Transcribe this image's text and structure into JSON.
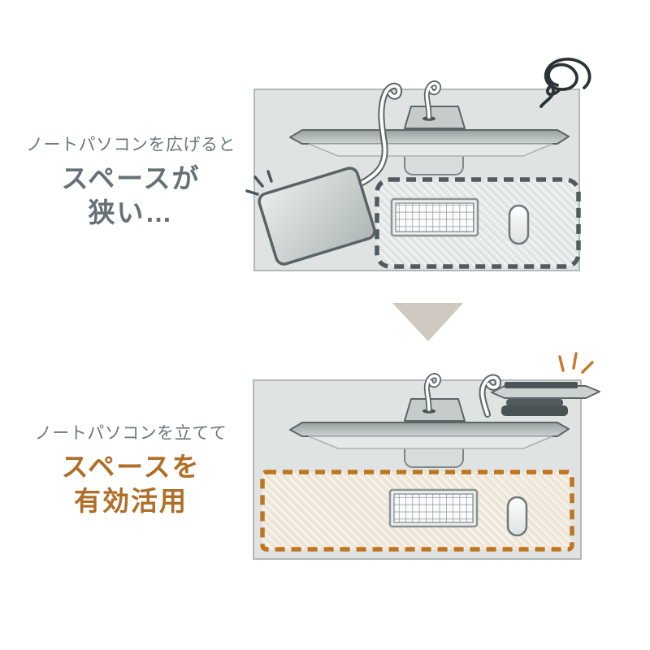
{
  "before": {
    "caption": {
      "line1": "ノートパソコンを広げると",
      "line2": "スペースが",
      "line3": "狭い…"
    }
  },
  "after": {
    "caption": {
      "line1": "ノートパソコンを立てて",
      "line2": "スペースを",
      "line3": "有効活用"
    }
  },
  "arrow": {
    "direction": "down"
  },
  "colors": {
    "caption_gray": "#6d787b",
    "caption_gray_strong": "#657176",
    "caption_orange_strong": "#b06e28",
    "dash_gray": "#515b5f",
    "dash_orange": "#bf741f",
    "arrow_fill": "#d0c9c1",
    "desk_fill": "#dfe3e1",
    "desk_border": "#b3b9b7",
    "outline_dark": "#5c6668",
    "scribble": "#2b3335",
    "emphasis_orange": "#c87a2e",
    "emphasis_gray": "#49565a"
  }
}
